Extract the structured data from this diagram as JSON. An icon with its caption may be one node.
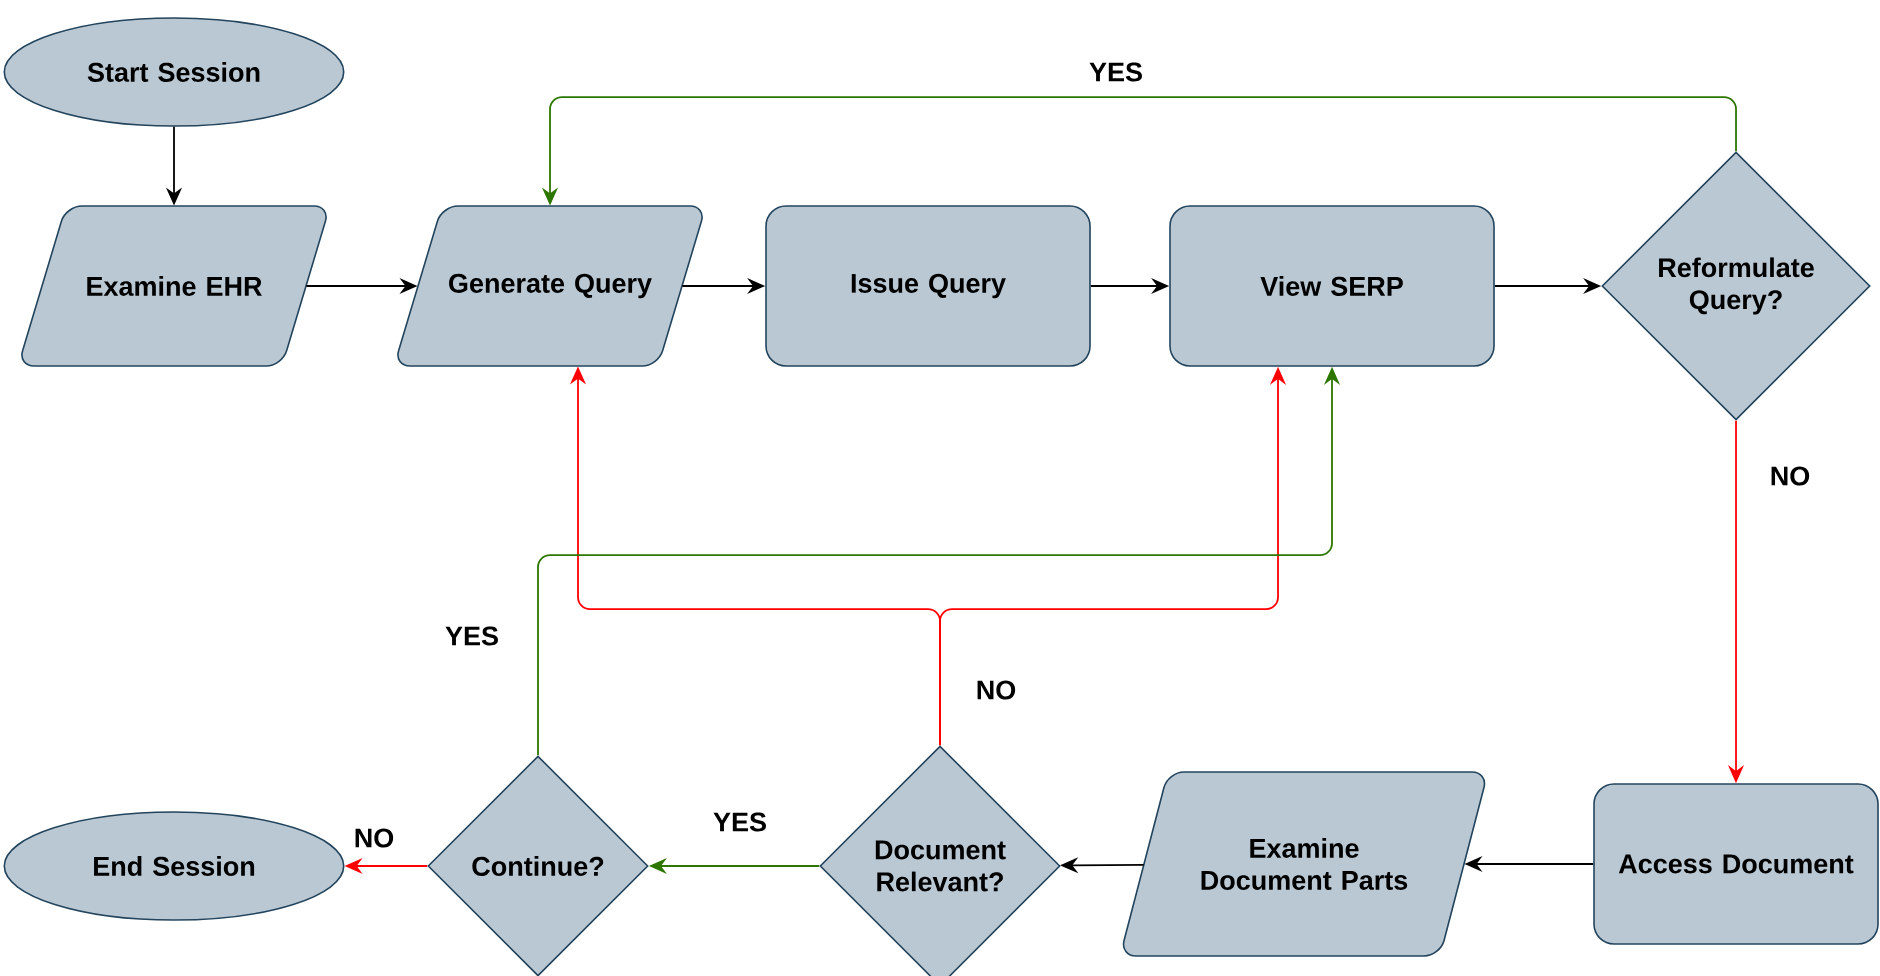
{
  "diagram": {
    "nodes": [
      {
        "text": [
          "Start Session"
        ]
      },
      {
        "text": [
          "Examine EHR"
        ]
      },
      {
        "text": [
          "Generate Query"
        ]
      },
      {
        "text": [
          "Issue Query"
        ]
      },
      {
        "text": [
          "View SERP"
        ]
      },
      {
        "text": [
          "Reformulate Query?"
        ]
      },
      {
        "text": [
          "Access Document"
        ]
      },
      {
        "text": [
          "Examine Document Parts"
        ]
      },
      {
        "text": [
          "Document Relevant?"
        ]
      },
      {
        "text": [
          "Continue?"
        ]
      },
      {
        "text": [
          "End Session"
        ]
      }
    ],
    "edges": [
      {
        "from": 0,
        "to": 1,
        "arrow": "to"
      },
      {
        "from": 1,
        "to": 2,
        "arrow": "to"
      },
      {
        "from": 2,
        "to": 3,
        "arrow": "to"
      },
      {
        "from": 3,
        "to": 4,
        "arrow": "to"
      },
      {
        "from": 4,
        "to": 5,
        "arrow": "to"
      },
      {
        "from": 5,
        "to": 2,
        "arrow": "to",
        "label": "YES",
        "color": "#2d7600"
      },
      {
        "from": 5,
        "to": 6,
        "arrow": "to",
        "label": "NO",
        "color": "#ff0000"
      },
      {
        "from": 6,
        "to": 7,
        "arrow": "to"
      },
      {
        "from": 7,
        "to": 8,
        "arrow": "to"
      },
      {
        "from": 8,
        "to": 9,
        "arrow": "to",
        "label": "YES",
        "color": "#2d7600"
      },
      {
        "from": 8,
        "to": 2,
        "arrow": "to",
        "label": "NO",
        "color": "#ff0000"
      },
      {
        "from": 8,
        "to": 4,
        "arrow": "to",
        "color": "#ff0000"
      },
      {
        "from": 9,
        "to": 4,
        "arrow": "to",
        "label": "YES",
        "color": "#2d7600"
      },
      {
        "from": 9,
        "to": 10,
        "arrow": "to",
        "label": "NO",
        "color": "#ff0000"
      }
    ]
  }
}
